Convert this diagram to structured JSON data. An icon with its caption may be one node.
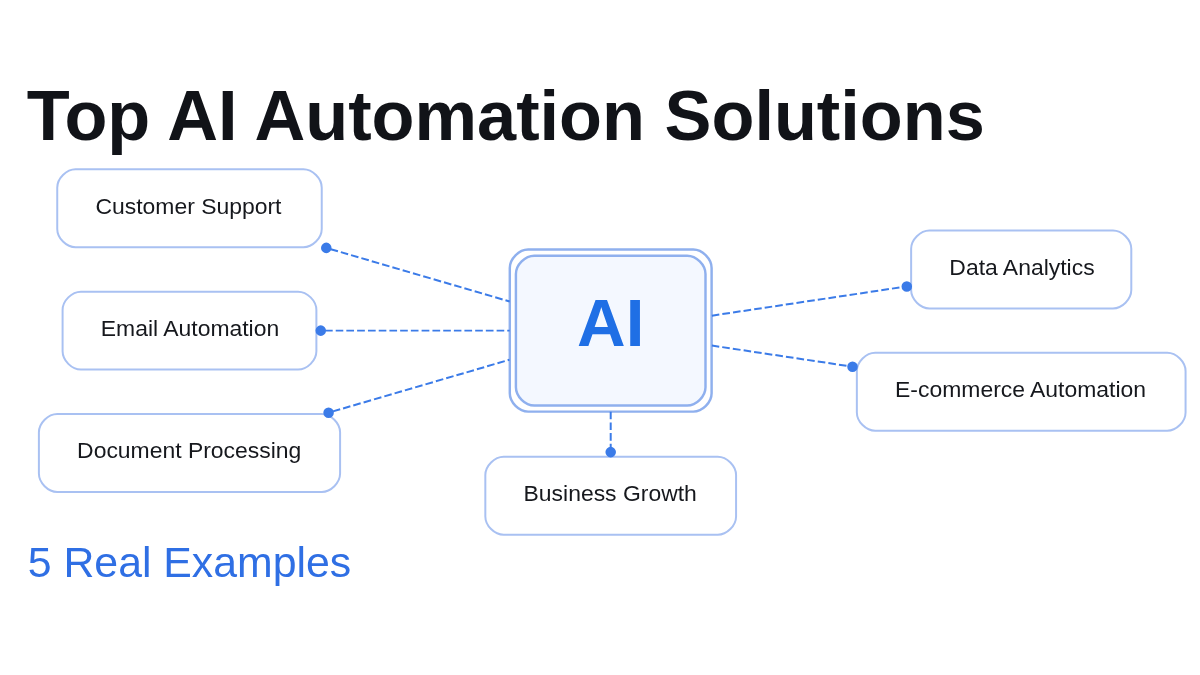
{
  "diagram": {
    "title": "Top AI Automation Solutions",
    "nodes": [
      {
        "text": [
          "Customer Support"
        ]
      },
      {
        "text": [
          "Email Automation"
        ]
      },
      {
        "text": [
          "Document Processing"
        ]
      },
      {
        "text": [
          "AI"
        ]
      },
      {
        "text": [
          "Data Analytics"
        ]
      },
      {
        "text": [
          "E-commerce Automation"
        ]
      },
      {
        "text": [
          "Business Growth"
        ]
      }
    ],
    "edges": [
      {
        "from": 0,
        "to": 3,
        "arrow": "other",
        "style": "dashed"
      },
      {
        "from": 1,
        "to": 3,
        "arrow": "other",
        "style": "dashed"
      },
      {
        "from": 2,
        "to": 3,
        "arrow": "other",
        "style": "dashed"
      },
      {
        "from": 3,
        "to": 4,
        "arrow": "other",
        "style": "dashed"
      },
      {
        "from": 3,
        "to": 5,
        "arrow": "other",
        "style": "dashed"
      },
      {
        "from": 3,
        "to": 6,
        "arrow": "other",
        "style": "dashed"
      }
    ],
    "labels": [
      "5 Real Examples"
    ]
  }
}
